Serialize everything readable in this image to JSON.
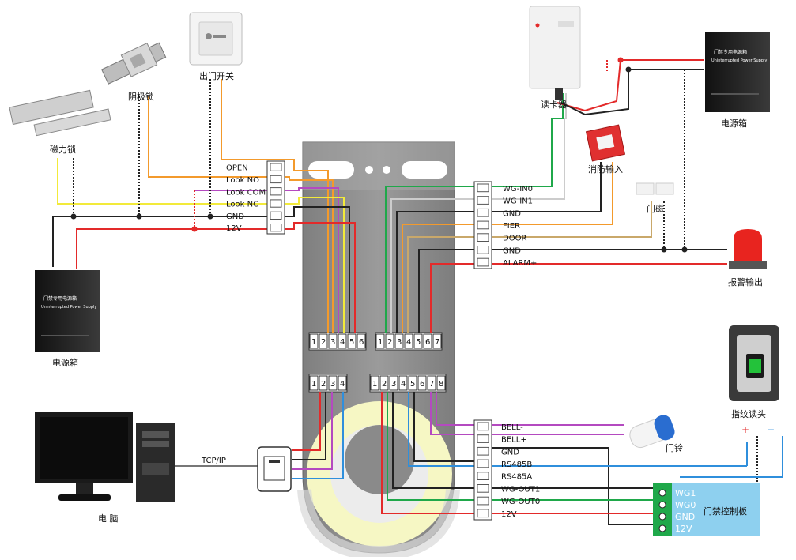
{
  "components": {
    "exit_button": "出门开关",
    "strike_lock": "阴极锁",
    "mag_lock": "磁力锁",
    "card_reader": "读卡器",
    "psu_right": "电源箱",
    "psu_left": "电源箱",
    "fire_input": "消防输入",
    "door_sensor": "门磁",
    "alarm_output": "报警输出",
    "fingerprint": "指纹读头",
    "doorbell": "门铃",
    "computer": "电 脑",
    "tcpip": "TCP/IP",
    "control_board": "门禁控制板"
  },
  "psu_labels": {
    "title": "门禁专用电源箱",
    "subtitle": "Uninterrupted Power Supply"
  },
  "left_terminal": [
    "OPEN",
    "Look NO",
    "Look COM",
    "Look NC",
    "GND",
    "12V"
  ],
  "right_top_terminal": [
    "WG-IN0",
    "WG-IN1",
    "GND",
    "FIER",
    "DOOR",
    "GND",
    "ALARM+"
  ],
  "right_bottom_terminal": [
    "BELL-",
    "BELL+",
    "GND",
    "RS485B",
    "RS485A",
    "WG-OUT1",
    "WG-OUT0",
    "12V"
  ],
  "board_pins": [
    "WG1",
    "WG0",
    "GND",
    "12V"
  ],
  "fingerprint_pins": {
    "plus": "+",
    "minus": "−"
  },
  "connector_blocks": {
    "upper_left": [
      "1",
      "2",
      "3",
      "4",
      "5",
      "6"
    ],
    "upper_right": [
      "1",
      "2",
      "3",
      "4",
      "5",
      "6",
      "7"
    ],
    "lower_left": [
      "1",
      "2",
      "3",
      "4"
    ],
    "lower_right": [
      "1",
      "2",
      "3",
      "4",
      "5",
      "6",
      "7",
      "8"
    ]
  },
  "colors": {
    "red": "#e32a2a",
    "black": "#222222",
    "yellow": "#f2ea3a",
    "orange": "#f39a2c",
    "purple": "#b44ac0",
    "green": "#1fa84a",
    "blue": "#2f8fdc",
    "gray": "#9a9a9a",
    "panel": "#8a8a8a",
    "board": "#8ed0ef"
  }
}
